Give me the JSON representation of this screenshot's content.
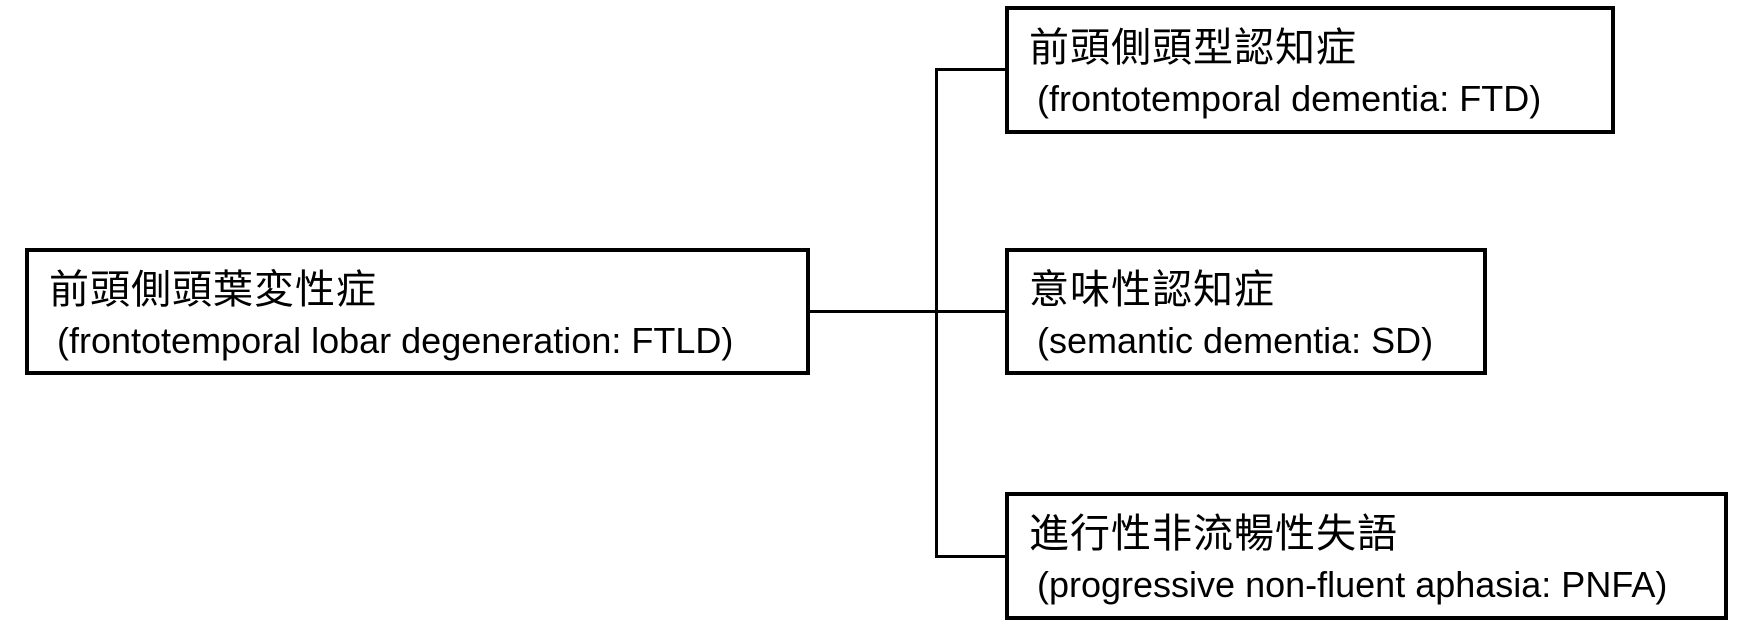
{
  "diagram": {
    "description": "Classification tree of frontotemporal lobar degeneration subtypes",
    "colors": {
      "background": "#ffffff",
      "border": "#000000",
      "line": "#000000",
      "text": "#000000"
    },
    "nodes": {
      "ftld": {
        "ja": "前頭側頭葉変性症",
        "en": "(frontotemporal lobar degeneration: FTLD)"
      },
      "ftd": {
        "ja": "前頭側頭型認知症",
        "en": "(frontotemporal dementia: FTD)"
      },
      "sd": {
        "ja": "意味性認知症",
        "en": "(semantic dementia: SD)"
      },
      "pnfa": {
        "ja": "進行性非流暢性失語",
        "en": "(progressive non-fluent aphasia: PNFA)"
      }
    },
    "edges": [
      {
        "from": "ftld",
        "to": "ftd"
      },
      {
        "from": "ftld",
        "to": "sd"
      },
      {
        "from": "ftld",
        "to": "pnfa"
      }
    ]
  }
}
